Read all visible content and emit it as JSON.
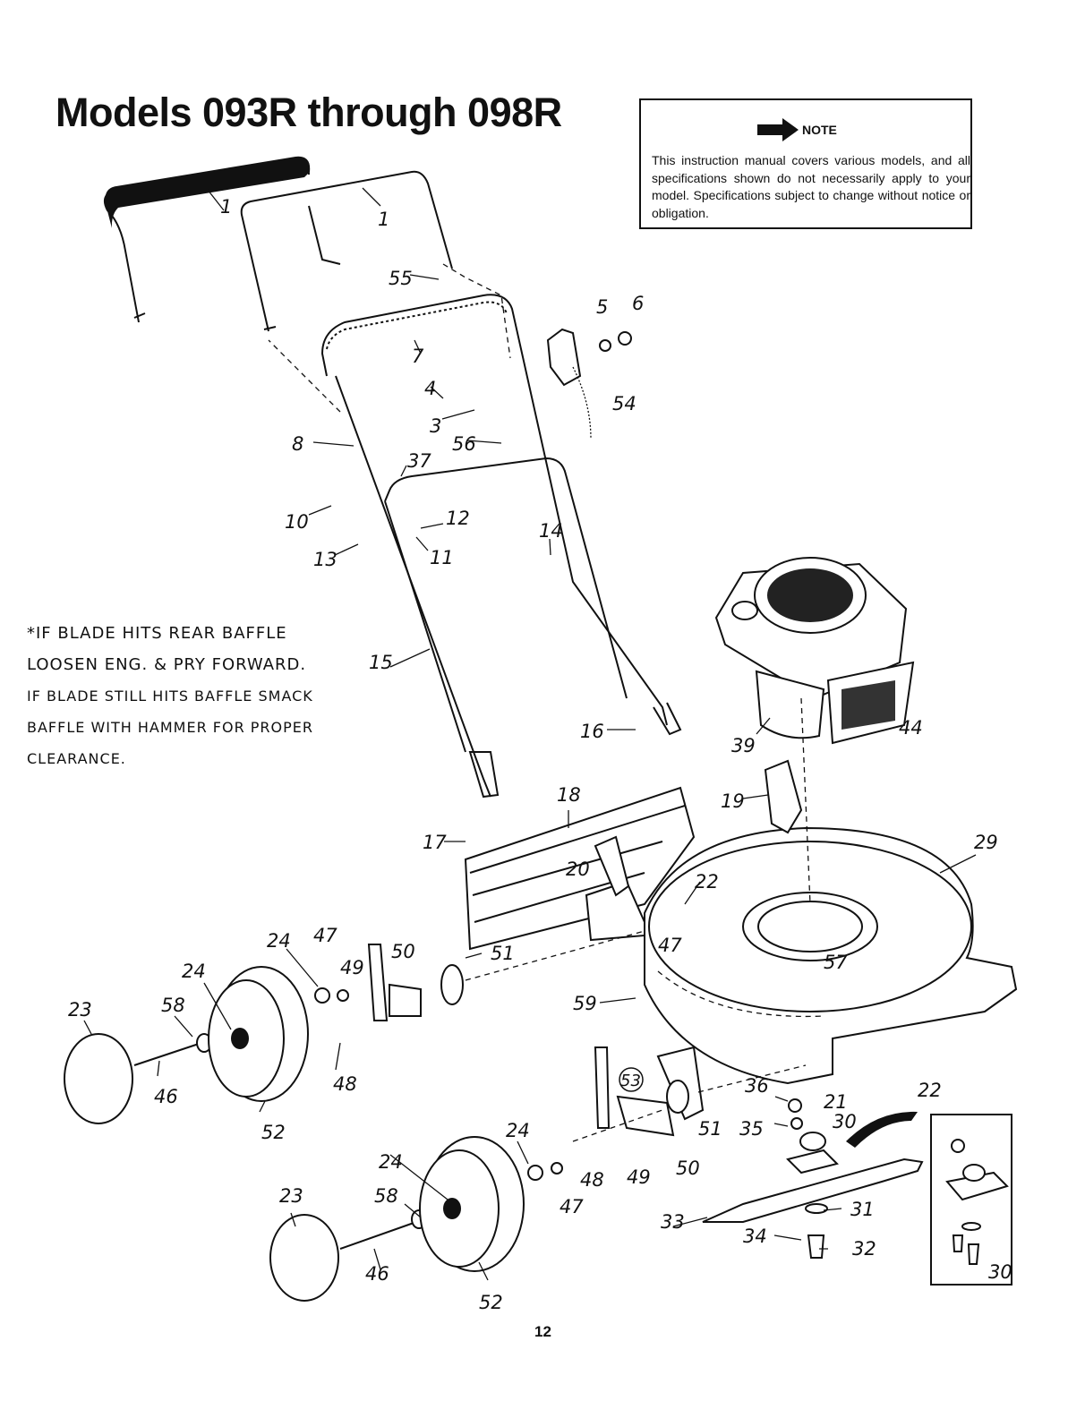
{
  "title": "Models 093R through 098R",
  "note": {
    "label": "NOTE",
    "text": "This instruction manual covers various models, and all specifications shown do not necessarily apply to your model. Specifications subject to change without notice or obligation."
  },
  "handwritten_note": {
    "lines": [
      "*IF BLADE HITS REAR BAFFLE",
      "LOOSEN ENG. & PRY FORWARD.",
      "IF BLADE STILL HITS BAFFLE SMACK",
      "BAFFLE WITH HAMMER FOR PROPER",
      "CLEARANCE."
    ]
  },
  "page_number": "12",
  "parts": {
    "p1a": "1",
    "p1b": "1",
    "p55": "55",
    "p7": "7",
    "p5": "5",
    "p6": "6",
    "p54": "54",
    "p4": "4",
    "p3": "3",
    "p56": "56",
    "p8": "8",
    "p37": "37",
    "p10": "10",
    "p12": "12",
    "p11": "11",
    "p13": "13",
    "p14": "14",
    "p15": "15",
    "p16": "16",
    "p39": "39",
    "p44": "44",
    "p18": "18",
    "p19": "19",
    "p17": "17",
    "p20": "20",
    "p29": "29",
    "p22a": "22",
    "p47a": "47",
    "p57": "57",
    "p24a": "24",
    "p47b": "47",
    "p49a": "49",
    "p50a": "50",
    "p51a": "51",
    "p24b": "24",
    "p23a": "23",
    "p58a": "58",
    "p46a": "46",
    "p48a": "48",
    "p52a": "52",
    "p59": "59",
    "p53": "53",
    "p36": "36",
    "p21": "21",
    "p22b": "22",
    "p51b": "51",
    "p35": "35",
    "p30a": "30",
    "p24c": "24",
    "p24d": "24",
    "p48b": "48",
    "p49b": "49",
    "p50b": "50",
    "p58b": "58",
    "p47c": "47",
    "p23b": "23",
    "p33": "33",
    "p31": "31",
    "p34": "34",
    "p32": "32",
    "p46b": "46",
    "p52b": "52",
    "p30b": "30"
  }
}
